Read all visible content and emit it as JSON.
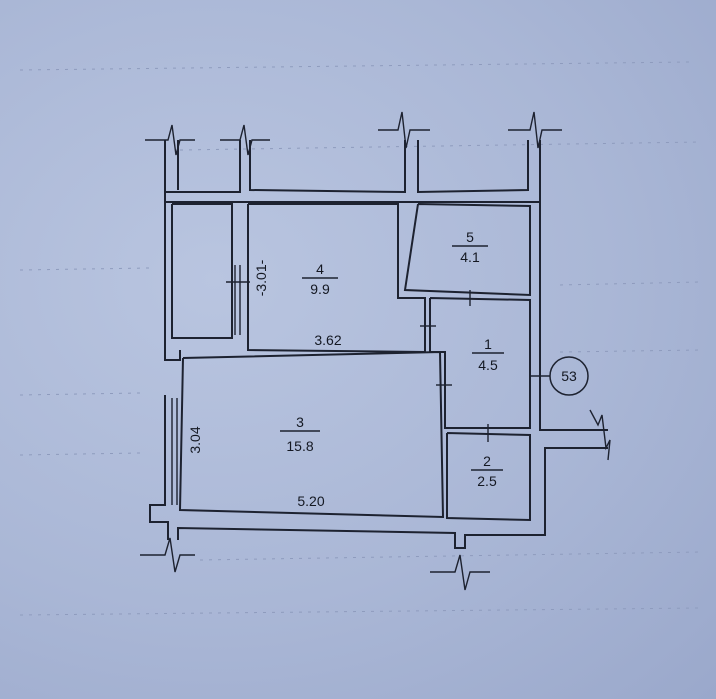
{
  "plan": {
    "rooms": [
      {
        "number": "1",
        "area": "4.5"
      },
      {
        "number": "2",
        "area": "2.5"
      },
      {
        "number": "3",
        "area": "15.8"
      },
      {
        "number": "4",
        "area": "9.9"
      },
      {
        "number": "5",
        "area": "4.1"
      }
    ],
    "dimensions": {
      "room4_height": "-3.01-",
      "room4_width": "3.62",
      "room3_height": "3.04",
      "room3_width": "5.20"
    },
    "apartment_number": "53"
  }
}
